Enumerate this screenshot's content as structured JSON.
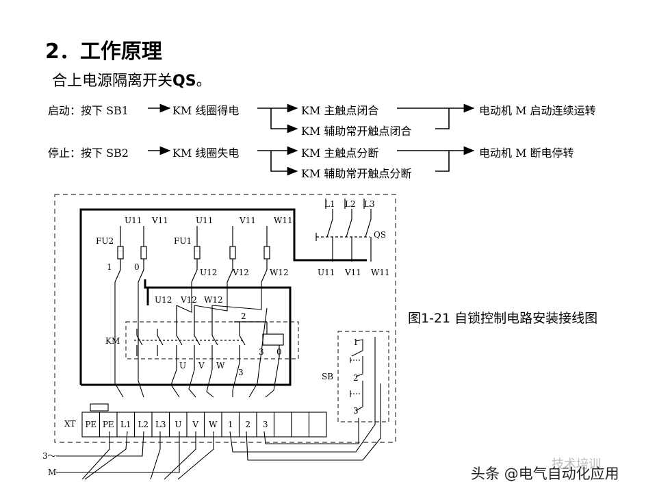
{
  "heading": {
    "number": "2．",
    "title": "工作原理"
  },
  "intro": {
    "text": "合上电源隔离开关",
    "qs": "QS",
    "end": "。"
  },
  "flow": {
    "start": {
      "label": "启动：按下 SB1",
      "coil": "KM 线圈得电",
      "main_contact": "KM 主触点闭合",
      "aux_contact": "KM 辅助常开触点闭合",
      "result": "电动机 M 启动连续运转"
    },
    "stop": {
      "label": "停止：按下 SB2",
      "coil": "KM 线圈失电",
      "main_contact": "KM 主触点分断",
      "aux_contact": "KM 辅助常开触点分断",
      "result": "电动机 M 断电停转"
    }
  },
  "diagram": {
    "qs_labels": {
      "l1": "L1",
      "l2": "L2",
      "l3": "L3",
      "qs": "QS",
      "u11": "U11",
      "v11": "V11",
      "w11": "W11"
    },
    "fu_labels": {
      "fu2": "FU2",
      "fu1": "FU1",
      "u11a": "U11",
      "v11a": "V11",
      "u11b": "U11",
      "v11b": "V11",
      "w11b": "W11",
      "n1": "1",
      "n0": "0",
      "u12": "U12",
      "v12": "V12",
      "w12": "W12"
    },
    "km_labels": {
      "km": "KM",
      "u12": "U12",
      "v12": "V12",
      "w12": "W12",
      "n2": "2",
      "n3": "3",
      "n0": "0",
      "u": "U",
      "v": "V",
      "w": "W",
      "n3b": "3"
    },
    "sb_labels": {
      "sb": "SB",
      "n1": "1",
      "n2": "2",
      "n3": "3"
    },
    "terminal_block": {
      "label": "XT",
      "terminals": [
        "PE",
        "PE",
        "L1",
        "L2",
        "L3",
        "U",
        "V",
        "W",
        "1",
        "2",
        "3",
        "",
        "",
        ""
      ]
    },
    "supply_labels": {
      "three_phase": "3～",
      "motor": "M"
    }
  },
  "caption": "图1-21  自锁控制电路安装接线图",
  "watermark": {
    "small": "技术培训",
    "source": "头条 @电气自动化应用"
  },
  "colors": {
    "line": "#000000",
    "dash": "#333333",
    "watermark": "#bbbbbb"
  }
}
